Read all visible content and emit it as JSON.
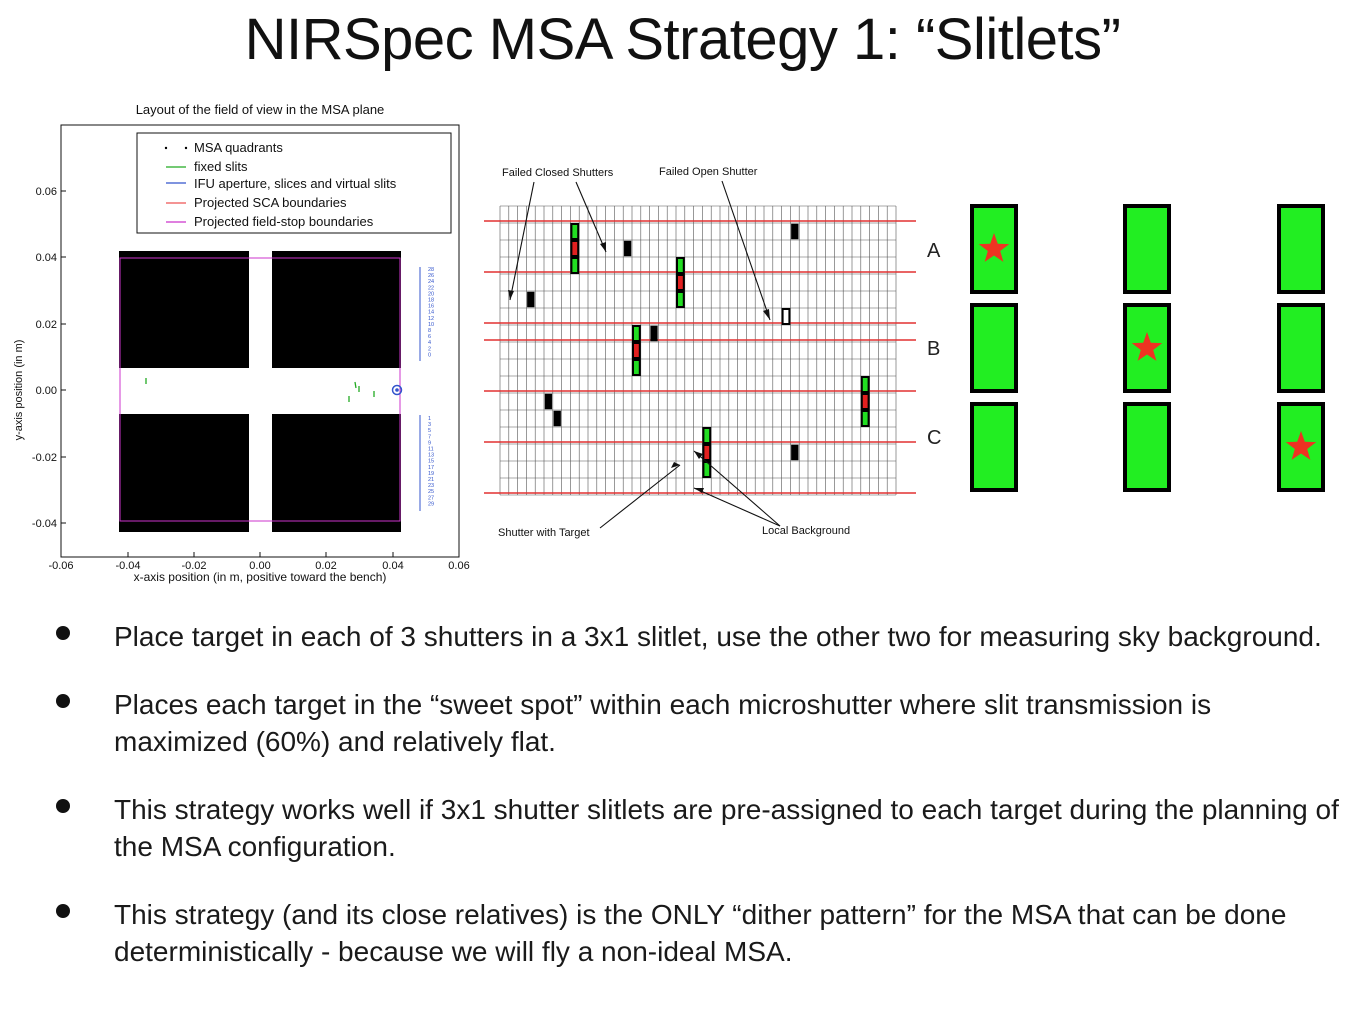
{
  "title": "NIRSpec MSA Strategy 1: “Slitlets”",
  "plot": {
    "title": "Layout of the field of view in the MSA plane",
    "xlabel": "x-axis position (in m, positive toward the bench)",
    "ylabel": "y-axis position (in m)",
    "xticks": [
      "-0.06",
      "-0.04",
      "-0.02",
      "0.00",
      "0.02",
      "0.04",
      "0.06"
    ],
    "yticks": [
      "0.06",
      "0.04",
      "0.02",
      "0.00",
      "-0.02",
      "-0.04"
    ],
    "legend": [
      {
        "label": "MSA quadrants",
        "color": "#000000"
      },
      {
        "label": "fixed slits",
        "color": "#22aa22"
      },
      {
        "label": "IFU aperture, slices and virtual slits",
        "color": "#3355cc"
      },
      {
        "label": "Projected SCA boundaries",
        "color": "#ee5555"
      },
      {
        "label": "Projected field-stop boundaries",
        "color": "#cc33cc"
      }
    ],
    "ifu_labels_top": [
      "28",
      "26",
      "24",
      "22",
      "20",
      "18",
      "16",
      "14",
      "12",
      "10",
      "8",
      "6",
      "4",
      "2",
      "0"
    ],
    "ifu_labels_bottom": [
      "1",
      "3",
      "5",
      "7",
      "9",
      "11",
      "13",
      "15",
      "17",
      "19",
      "21",
      "23",
      "25",
      "27",
      "29"
    ]
  },
  "grid_figure": {
    "label_failed_closed": "Failed Closed Shutters",
    "label_failed_open": "Failed Open Shutter",
    "label_target": "Shutter with Target",
    "label_background": "Local Background"
  },
  "slitlets": {
    "row_labels": [
      "A",
      "B",
      "C"
    ],
    "box_color": "#22ee22",
    "star_color": "#ee3322"
  },
  "bullets": [
    "Place target in each of 3 shutters in a 3x1 slitlet, use the other two for measuring sky background.",
    "Places each target in the “sweet spot” within each microshutter where slit transmission is maximized (60%) and relatively flat.",
    "This strategy works well if 3x1 shutter slitlets are pre-assigned to each target during the planning of the MSA configuration.",
    "This strategy (and its close relatives) is the ONLY “dither pattern” for the MSA that can be done deterministically - because we will fly a non-ideal MSA."
  ]
}
